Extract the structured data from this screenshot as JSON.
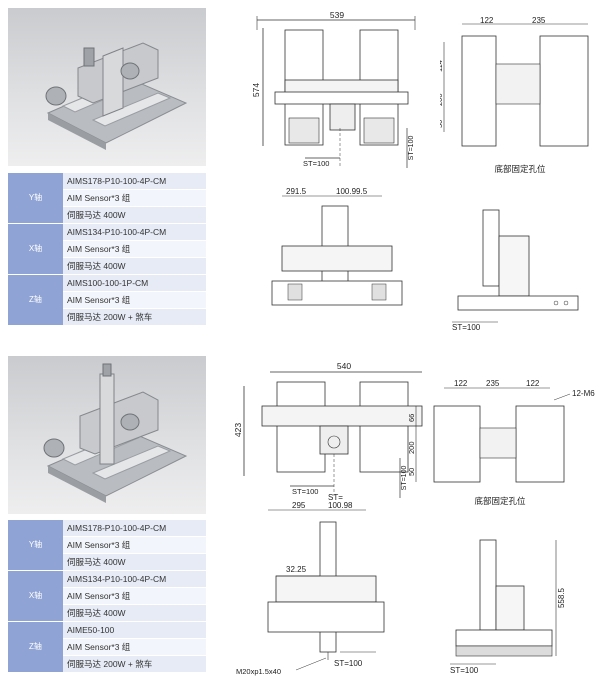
{
  "products": [
    {
      "spec_rows": [
        {
          "axis": "Y轴",
          "items": [
            "AIMS178-P10-100-4P-CM",
            "AIM Sensor*3 组",
            "伺服马达 400W"
          ]
        },
        {
          "axis": "X轴",
          "items": [
            "AIMS134-P10-100-4P-CM",
            "AIM Sensor*3 组",
            "伺服马达 400W"
          ]
        },
        {
          "axis": "Z轴",
          "items": [
            "AIMS100-100-1P-CM",
            "AIM Sensor*3 组",
            "伺服马达 200W + 煞车"
          ]
        }
      ],
      "dims": {
        "front_width": "539",
        "front_height": "574",
        "st_x": "ST=100",
        "st_y": "ST=100",
        "base_w1": "122",
        "base_w2": "235",
        "base_h1": "114",
        "base_h2": "200",
        "base_h3": "50",
        "base_caption": "底部固定孔位",
        "side_w1": "291.5",
        "side_w2": "100.99.5",
        "side_st": "ST=100"
      }
    },
    {
      "spec_rows": [
        {
          "axis": "Y轴",
          "items": [
            "AIMS178-P10-100-4P-CM",
            "AIM Sensor*3 组",
            "伺服马达 400W"
          ]
        },
        {
          "axis": "X轴",
          "items": [
            "AIMS134-P10-100-4P-CM",
            "AIM Sensor*3 组",
            "伺服马达 400W"
          ]
        },
        {
          "axis": "Z轴",
          "items": [
            "AIME50-100",
            "AIM Sensor*3 组",
            "伺服马达 200W + 煞车"
          ]
        }
      ],
      "dims": {
        "front_width": "540",
        "front_height": "423",
        "st_x": "ST=100",
        "st_y": "ST=100",
        "base_w1": "122",
        "base_w2": "235",
        "base_w3": "122",
        "base_h1": "66",
        "base_h2": "200",
        "base_h3": "50",
        "base_note": "12-M6",
        "base_caption": "底部固定孔位",
        "side_top": "ST=",
        "side_w1": "295",
        "side_w2": "100.98",
        "side_z": "32.25",
        "side_thread": "M20xp1.5x40",
        "side_st": "ST=100",
        "right_height": "558.5",
        "right_st": "ST=100"
      }
    }
  ]
}
